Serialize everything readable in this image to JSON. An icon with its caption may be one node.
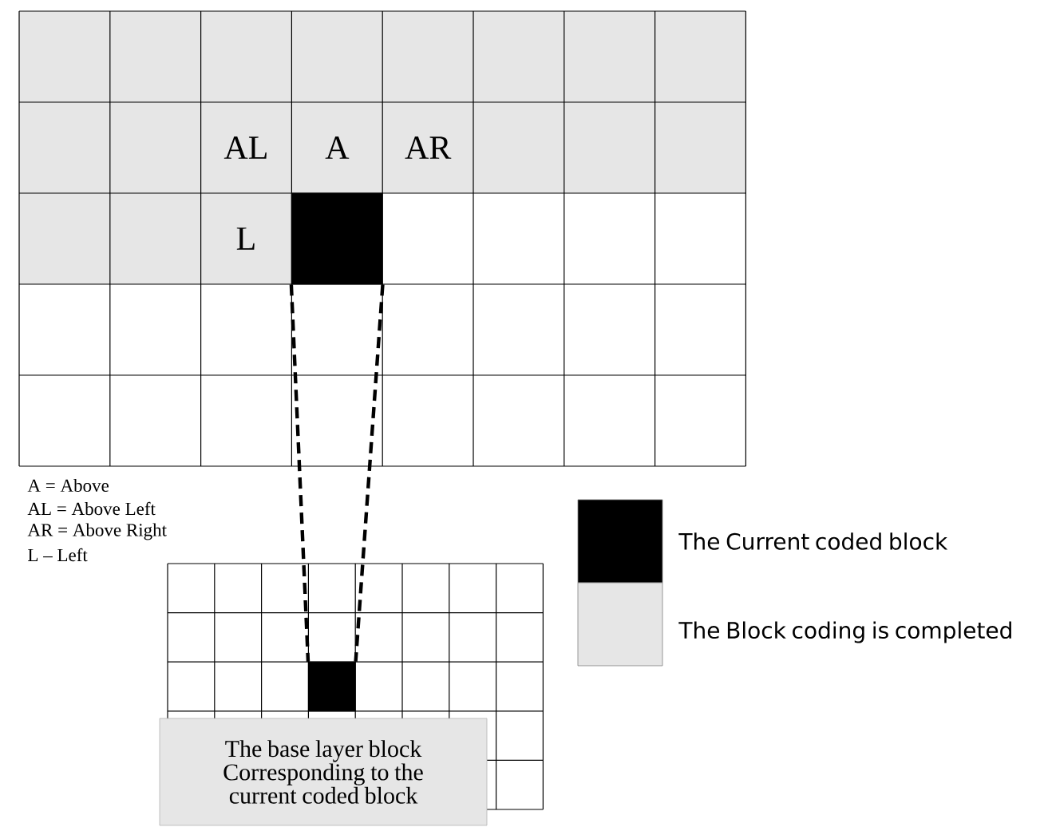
{
  "diagram": {
    "nodes": [
      {
        "text": [],
        "shape": "box"
      },
      {
        "text": [],
        "shape": "box"
      },
      {
        "text": [
          "The base layer block Corresponding to the current coded block"
        ]
      }
    ],
    "edges": [
      {
        "from": 0,
        "to": 1,
        "arrow": "none",
        "style": "dashed"
      },
      {
        "from": 0,
        "to": 1,
        "arrow": "none",
        "style": "dashed"
      }
    ],
    "labels": [
      "AL",
      "A",
      "AR",
      "L",
      "A = Above",
      "AL = Above Left",
      "AR = Above Right",
      "L – Left"
    ],
    "legend": [
      {
        "text": "The Current coded block",
        "color": "#000000"
      },
      {
        "text": "The Block coding is completed",
        "color": "#e6e6e6"
      }
    ]
  }
}
